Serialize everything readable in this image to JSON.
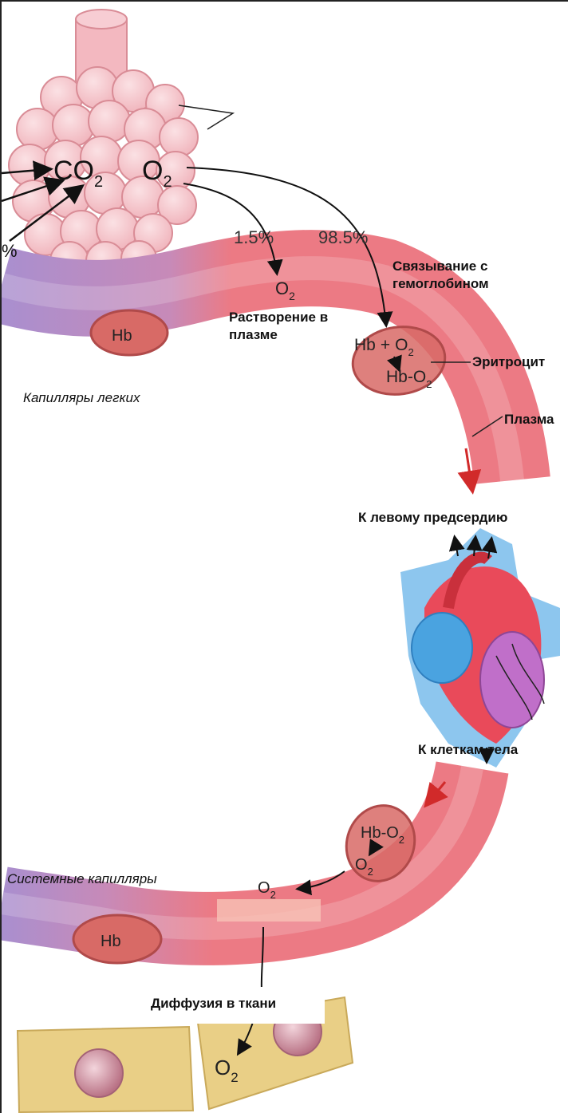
{
  "gas": {
    "co2_main": "CO",
    "co2_sub": "2",
    "o2_main": "O",
    "o2_sub": "2",
    "pct_left": "%"
  },
  "percent": {
    "plasma": "1.5%",
    "hemoglobin": "98.5%"
  },
  "labels": {
    "binding": "Связывание с гемоглобином",
    "dissolution": "Растворение в плазме",
    "erythrocyte": "Эритроцит",
    "plasma": "Плазма",
    "lung_capillaries": "Капилляры легких",
    "to_left_atrium": "К левому предсердию",
    "to_body_cells": "К клеткам тела",
    "systemic_capillaries": "Системные капилляры",
    "tissue_diffusion": "Диффузия в ткани"
  },
  "rbc": {
    "hb": "Hb",
    "plus": "+",
    "hbo2_main": "Hb-O",
    "hbo2_sub": "2"
  },
  "colors": {
    "alveoli": "#f5c2c8",
    "alveoli_outline": "#d98c96",
    "artery": "#ec7a84",
    "vein": "#a98fcf",
    "rbc_fill": "#d86a66",
    "tissue_cell": "#e9cf86",
    "nucleus": "#c98a9a",
    "arrow_red": "#d12a2a"
  }
}
